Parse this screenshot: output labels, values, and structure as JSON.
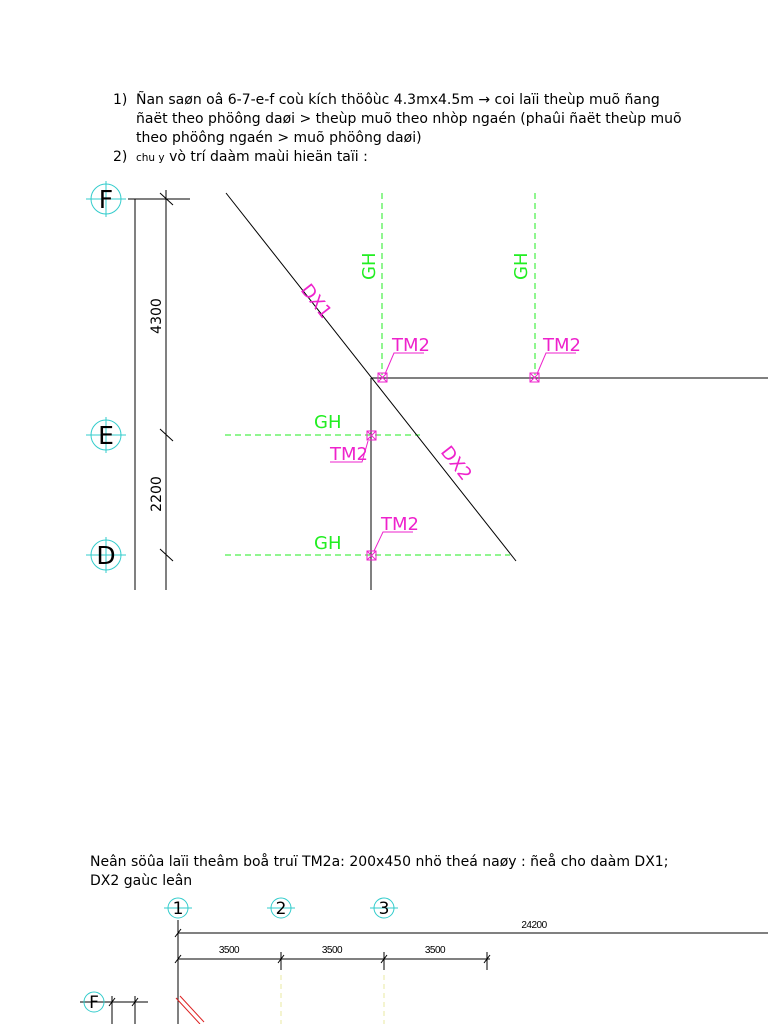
{
  "notes": {
    "item1_num": "1)",
    "item1_line1": "Ñan saøn oâ 6-7-e-f coù kích thöôùc 4.3mx4.5m → coi laïi theùp muõ ñang",
    "item1_line2": "ñaët theo phöông daøi > theùp muõ theo nhòp ngaén (phaûi ñaët theùp muõ",
    "item1_line3": "theo phöông ngaén > muõ phöông daøi)",
    "item2_num": "2)",
    "item2_small": "chu y",
    "item2_text": "vò trí daàm maùi hieän taïi :"
  },
  "drawing1": {
    "axis_f": "F",
    "axis_e": "E",
    "axis_d": "D",
    "dim_upper": "4300",
    "dim_lower": "2200",
    "beam_dx1": "DX1",
    "beam_dx2": "DX2",
    "gh_1": "GH",
    "gh_2": "GH",
    "gh_3": "GH",
    "gh_4": "GH",
    "tm2_1": "TM2",
    "tm2_2": "TM2",
    "tm2_3": "TM2",
    "tm2_4": "TM2"
  },
  "section2": {
    "line1": "Neân söûa laïi theâm boå truï TM2a:  200x450 nhö theá naøy : ñeå cho daàm DX1;",
    "line2": "DX2 gaùc leân"
  },
  "drawing2": {
    "axis_1": "1",
    "axis_2": "2",
    "axis_3": "3",
    "axis_f": "F",
    "dim_total": "24200",
    "dim_a": "3500",
    "dim_b": "3500",
    "dim_c": "3500"
  },
  "colors": {
    "gh_green": "#22ee22",
    "magenta": "#ee22cc",
    "axis_cyan": "#33cccc"
  }
}
